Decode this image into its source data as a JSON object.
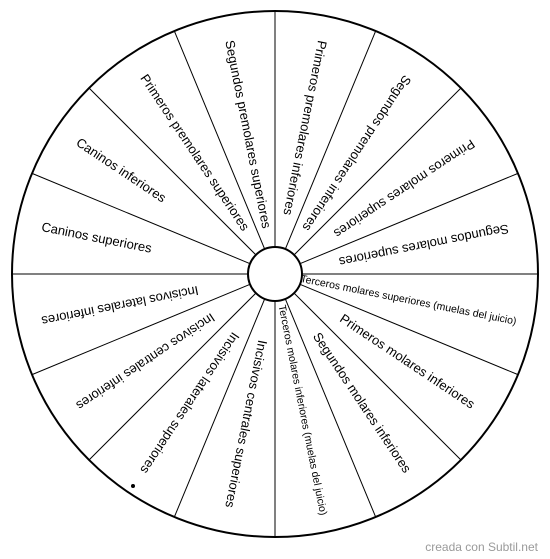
{
  "wheel": {
    "sectors": [
      {
        "label": "Segundos premolares superiores"
      },
      {
        "label": "Primeros premolares inferiores"
      },
      {
        "label": "Segundos premolares inferiores"
      },
      {
        "label": "Primeros molares superiores"
      },
      {
        "label": "Segundos molares superiores"
      },
      {
        "label": "Terceros molares superiores (muelas del juicio)"
      },
      {
        "label": "Primeros molares inferiores"
      },
      {
        "label": "Segundos molares inferiores"
      },
      {
        "label": "Terceros molares inferiores (muelas del juicio)"
      },
      {
        "label": "Incisivos centrales superiores"
      },
      {
        "label": "Incisivos laterales superiores"
      },
      {
        "label": "Incisivos centrales inferiores"
      },
      {
        "label": "Incisivos laterales inferiores"
      },
      {
        "label": "Caninos superiores"
      },
      {
        "label": "Caninos inferiores"
      },
      {
        "label": "Primeros premolares superiores"
      }
    ]
  },
  "footer": {
    "credit": "creada con Subtil.net"
  },
  "colors": {
    "line": "#000000",
    "background": "#ffffff",
    "credit": "#9a9a9a"
  }
}
